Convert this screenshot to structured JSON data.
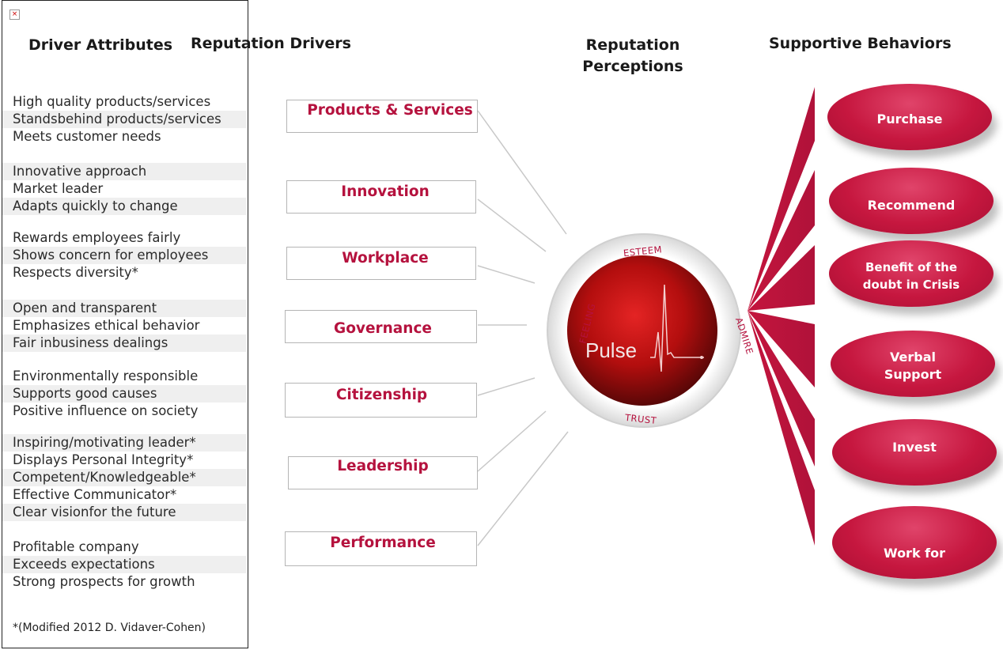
{
  "headings": {
    "driver_attributes": "Driver Attributes",
    "reputation_drivers": "Reputation Drivers",
    "reputation_perceptions": [
      "Reputation",
      "Perceptions"
    ],
    "supportive_behaviors": "Supportive Behaviors"
  },
  "attribute_groups": [
    {
      "lines": [
        "High quality products/services",
        "Standsbehind products/services",
        "Meets customer needs"
      ]
    },
    {
      "lines": [
        "Innovative approach",
        "Market leader",
        "Adapts quickly to change"
      ]
    },
    {
      "lines": [
        "Rewards employees fairly",
        "Shows concern for employees",
        "Respects diversity*"
      ]
    },
    {
      "lines": [
        "Open and transparent",
        "Emphasizes ethical behavior",
        "Fair inbusiness dealings"
      ]
    },
    {
      "lines": [
        "Environmentally responsible",
        "Supports good causes",
        "Positive influence on society"
      ]
    },
    {
      "lines": [
        "Inspiring/motivating leader*",
        "Displays Personal Integrity*",
        "Competent/Knowledgeable*",
        "Effective Communicator*",
        "Clear visionfor the future"
      ]
    },
    {
      "lines": [
        "Profitable company",
        "Exceeds expectations",
        "Strong prospects for growth"
      ]
    }
  ],
  "footnote": "*(Modified 2012 D. Vidaver-Cohen)",
  "drivers": [
    "Products & Services",
    "Innovation",
    "Workplace",
    "Governance",
    "Citizenship",
    "Leadership",
    "Performance"
  ],
  "pulse": {
    "center_label": "Pulse",
    "ring_words": {
      "top": "ESTEEM",
      "right": "ADMIRE",
      "bottom": "TRUST",
      "left": "FEELING"
    }
  },
  "behaviors": [
    [
      "Purchase"
    ],
    [
      "Recommend"
    ],
    [
      "Benefit of the",
      "doubt in Crisis"
    ],
    [
      "Verbal",
      "Support"
    ],
    [
      "Invest"
    ],
    [
      "Work for"
    ]
  ],
  "colors": {
    "accent": "#b5123e",
    "behavior_fill": "#c6173f",
    "circle_dark": "#7a0a0a",
    "circle_light": "#e02020",
    "connector": "#c8c8c8"
  }
}
